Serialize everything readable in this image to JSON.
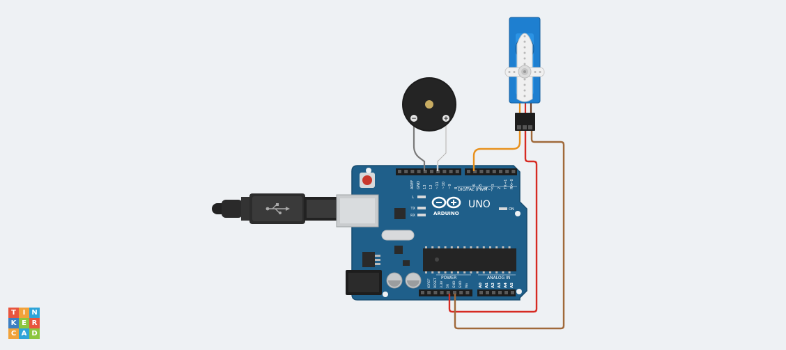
{
  "board": {
    "model_label": "UNO",
    "brand_label": "ARDUINO",
    "digital_header_label": "DIGITAL (PWM~)",
    "power_header_label": "POWER",
    "analog_header_label": "ANALOG IN",
    "led_labels": [
      "L",
      "TX",
      "RX"
    ],
    "on_label": "ON",
    "digital_pin_labels": [
      "AREF",
      "GND",
      "13",
      "12",
      "~11",
      "~10",
      "~9",
      "8",
      "7",
      "~6",
      "~5",
      "4",
      "~3",
      "2",
      "TX→1",
      "RX←0"
    ],
    "power_pin_labels": [
      "IOREF",
      "RESET",
      "3.3V",
      "5V",
      "GND",
      "GND",
      "Vin"
    ],
    "analog_pin_labels": [
      "A0",
      "A1",
      "A2",
      "A3",
      "A4",
      "A5"
    ]
  },
  "buzzer": {
    "minus_label": "−",
    "plus_label": "+"
  },
  "logo": {
    "letters": [
      "T",
      "I",
      "N",
      "K",
      "E",
      "R",
      "C",
      "A",
      "D"
    ],
    "colors": [
      "#e8553e",
      "#f1a23a",
      "#2ea4d8",
      "#3c7fc2",
      "#8cc63f",
      "#e8553e",
      "#f1a23a",
      "#2ea4d8",
      "#8cc63f"
    ]
  },
  "colors": {
    "board": "#1f5f8a",
    "wire_orange": "#e8911e",
    "wire_red": "#d62a22",
    "wire_brown": "#a0693a",
    "servo": "#1e7fd0",
    "background": "#eef1f4"
  }
}
